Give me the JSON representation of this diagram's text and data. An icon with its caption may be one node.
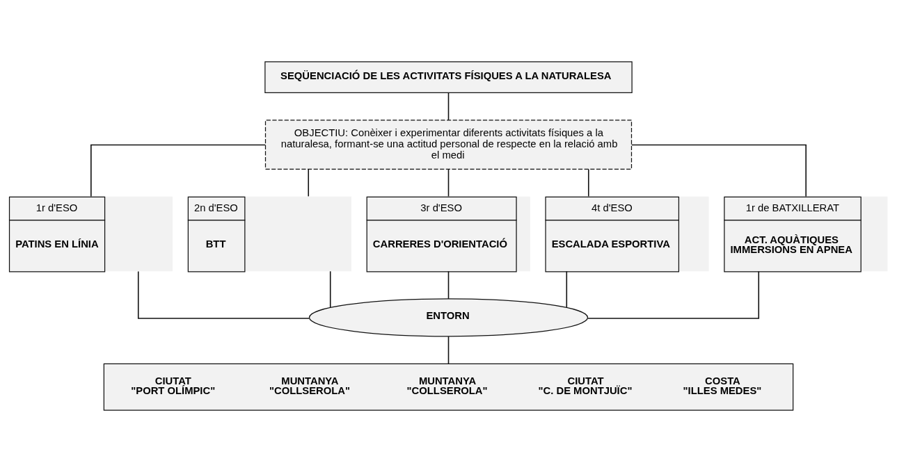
{
  "diagram": {
    "nodes": [
      {
        "text": [
          "SEQÜENCIACIÓ DE LES ACTIVITATS FÍSIQUES A LA NATURALESA"
        ]
      },
      {
        "text": [
          "OBJECTIU: Conèixer i experimentar diferents activitats físiques a la naturalesa, formant-se una actitud personal de respecte en la relació amb el medi"
        ]
      },
      {
        "text": [
          "1r d'ESO",
          "PATINS EN LÍNIA"
        ]
      },
      {
        "text": [
          "2n d'ESO",
          "BTT"
        ]
      },
      {
        "text": [
          "3r d'ESO",
          "CARRERES D'ORIENTACIÓ"
        ]
      },
      {
        "text": [
          "4t d'ESO",
          "ESCALADA ESPORTIVA"
        ]
      },
      {
        "text": [
          "1r de BATXILLERAT",
          "ACT. AQUÀTIQUES IMMERSIONS EN APNEA"
        ]
      },
      {
        "text": [
          "ENTORN"
        ]
      },
      {
        "text": [
          "CIUTAT \"PORT OLÍMPIC\"",
          "MUNTANYA \"COLLSEROLA\"",
          "MUNTANYA \"COLLSEROLA\"",
          "CIUTAT \"C. DE MONTJUÏC\"",
          "COSTA \"ILLES MEDES\""
        ]
      }
    ],
    "edges": [
      {
        "from": 0,
        "to": 1,
        "arrow": "none"
      },
      {
        "from": 1,
        "to": 2,
        "arrow": "none"
      },
      {
        "from": 1,
        "to": 3,
        "arrow": "none"
      },
      {
        "from": 1,
        "to": 4,
        "arrow": "none"
      },
      {
        "from": 1,
        "to": 5,
        "arrow": "none"
      },
      {
        "from": 1,
        "to": 6,
        "arrow": "none"
      },
      {
        "from": 2,
        "to": 7,
        "arrow": "none"
      },
      {
        "from": 3,
        "to": 7,
        "arrow": "none"
      },
      {
        "from": 4,
        "to": 7,
        "arrow": "none"
      },
      {
        "from": 5,
        "to": 7,
        "arrow": "none"
      },
      {
        "from": 6,
        "to": 7,
        "arrow": "none"
      },
      {
        "from": 7,
        "to": 8,
        "arrow": "none"
      }
    ]
  }
}
